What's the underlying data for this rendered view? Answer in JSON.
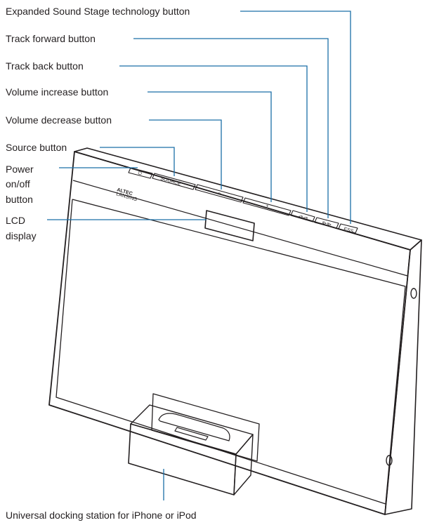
{
  "labels": {
    "ess": "Expanded Sound Stage technology button",
    "track_forward": "Track forward button",
    "track_back": "Track back button",
    "volume_increase": "Volume increase button",
    "volume_decrease": "Volume decrease button",
    "source": "Source button",
    "power_line1": "Power",
    "power_line2": "on/off",
    "power_line3": "button",
    "lcd_line1": "LCD",
    "lcd_line2": "display",
    "dock": "Universal docking station for iPhone or iPod"
  },
  "device": {
    "brand": "ALTEC",
    "brand_sub": "LANSING",
    "buttons": {
      "source": "SOURCE",
      "vol_down": "–",
      "vol_up": "+",
      "back": "⧏⧏",
      "forward": "⧐⧐",
      "ess": "ESS"
    }
  },
  "colors": {
    "leader_line": "#1b6fa8",
    "ink": "#231f20"
  }
}
